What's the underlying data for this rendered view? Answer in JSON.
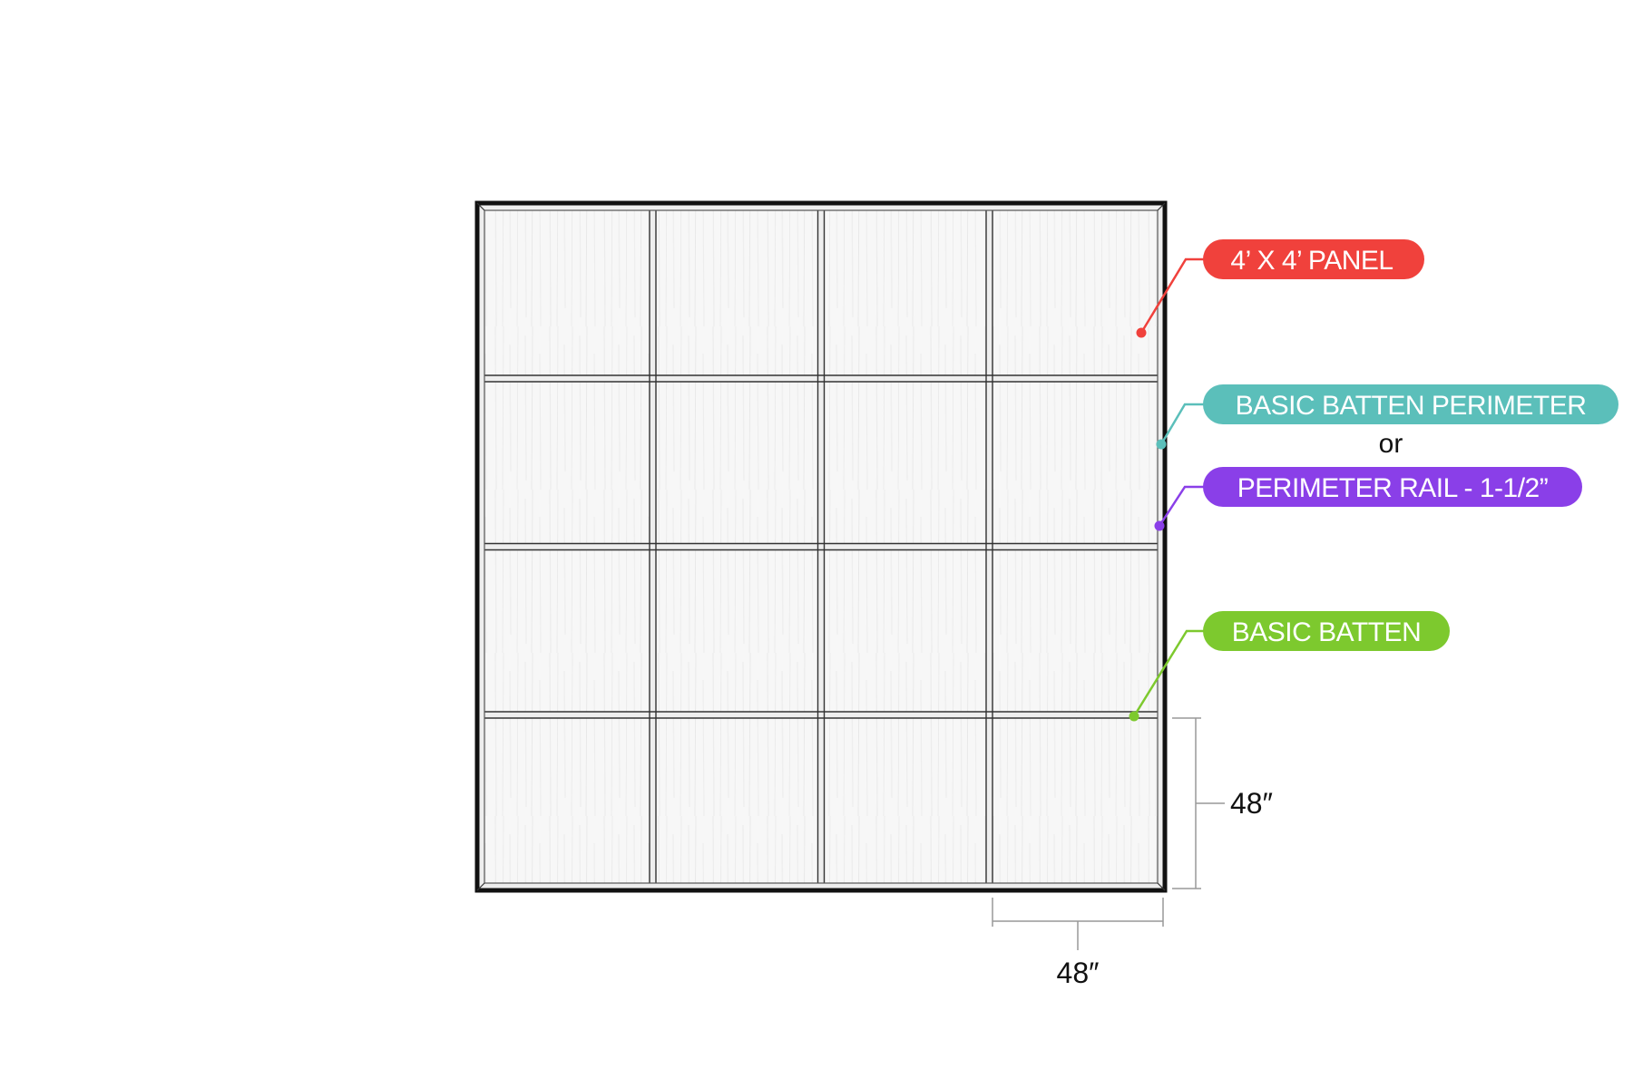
{
  "diagram": {
    "grid": {
      "rows": 4,
      "cols": 4
    },
    "callouts": {
      "panel": {
        "label": "4’ X 4’ PANEL",
        "color": "#F0413C"
      },
      "basic_batten_perimeter": {
        "label": "BASIC BATTEN PERIMETER",
        "color": "#5BBFBA"
      },
      "or": "or",
      "perimeter_rail": {
        "label": "PERIMETER RAIL - 1-1/2”",
        "color": "#8A3FE8"
      },
      "basic_batten": {
        "label": "BASIC BATTEN",
        "color": "#7DC92E"
      }
    },
    "dimensions": {
      "vertical": "48″",
      "horizontal": "48″"
    }
  }
}
